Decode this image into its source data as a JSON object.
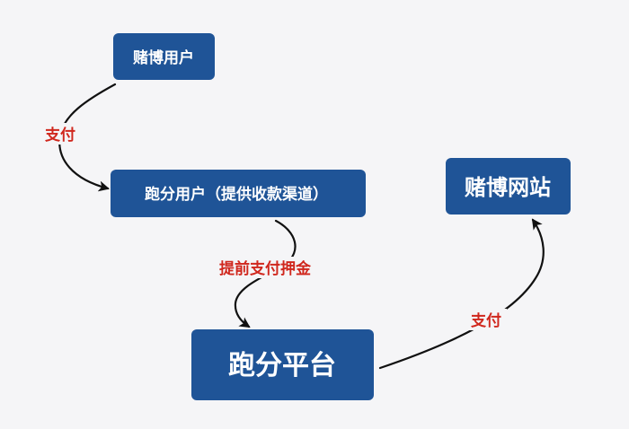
{
  "nodes": {
    "gambling_user": "赌博用户",
    "runner_user": "跑分用户（提供收款渠道）",
    "gambling_site": "赌博网站",
    "runner_platform": "跑分平台"
  },
  "edges": {
    "user_to_runner": "支付",
    "runner_to_platform": "提前支付押金",
    "platform_to_site": "支付"
  },
  "colors": {
    "node_fill": "#1f5497",
    "node_text": "#ffffff",
    "edge_label": "#d0271d",
    "arrow": "#111111",
    "background": "#f5f5f7"
  }
}
